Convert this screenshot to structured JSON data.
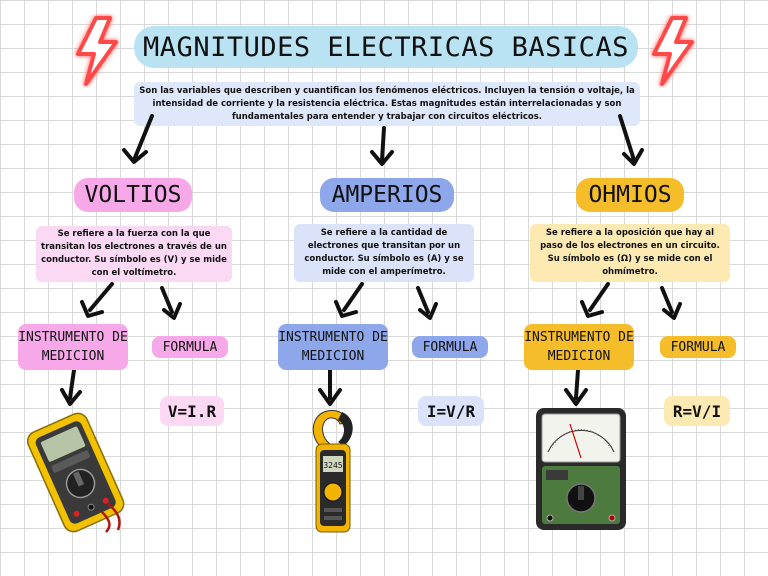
{
  "title": "MAGNITUDES ELECTRICAS BASICAS",
  "intro": "Son las variables que describen y cuantifican los fenómenos eléctricos. Incluyen la tensión o voltaje, la intensidad de corriente y la resistencia eléctrica. Estas magnitudes están interrelacionadas y son fundamentales para entender y trabajar con circuitos eléctricos.",
  "columns": [
    {
      "heading": "VOLTIOS",
      "description": "Se refiere a la fuerza con la que transitan los electrones a través de un conductor. Su símbolo es (V) y se mide con el voltímetro.",
      "instrument_label": "INSTRUMENTO DE MEDICION",
      "formula_label": "FORMULA",
      "formula": "V=I.R",
      "color": "#f7a8e8",
      "light": "#fbd8f4",
      "device": "multimeter-image"
    },
    {
      "heading": "AMPERIOS",
      "description": "Se refiere a la cantidad de electrones que transitan por un conductor. Su símbolo es (A) y se mide con el amperímetro.",
      "instrument_label": "INSTRUMENTO DE MEDICION",
      "formula_label": "FORMULA",
      "formula": "I=V/R",
      "color": "#8ea6ea",
      "light": "#dbe3fb",
      "device": "clamp-meter-image"
    },
    {
      "heading": "OHMIOS",
      "description": "Se refiere a la oposición que hay al paso de los electrones en un circuito. Su símbolo es (Ω) y se mide con el ohmímetro.",
      "instrument_label": "INSTRUMENTO DE MEDICION",
      "formula_label": "FORMULA",
      "formula": "R=V/I",
      "color": "#f6bd2a",
      "light": "#fde9b2",
      "device": "analog-ohmmeter-image"
    }
  ],
  "clamp_display": "3245",
  "colors": {
    "title_bg": "#b9e3f2",
    "intro_bg": "#dfe8fb",
    "lightning": "#ff4a4a"
  }
}
